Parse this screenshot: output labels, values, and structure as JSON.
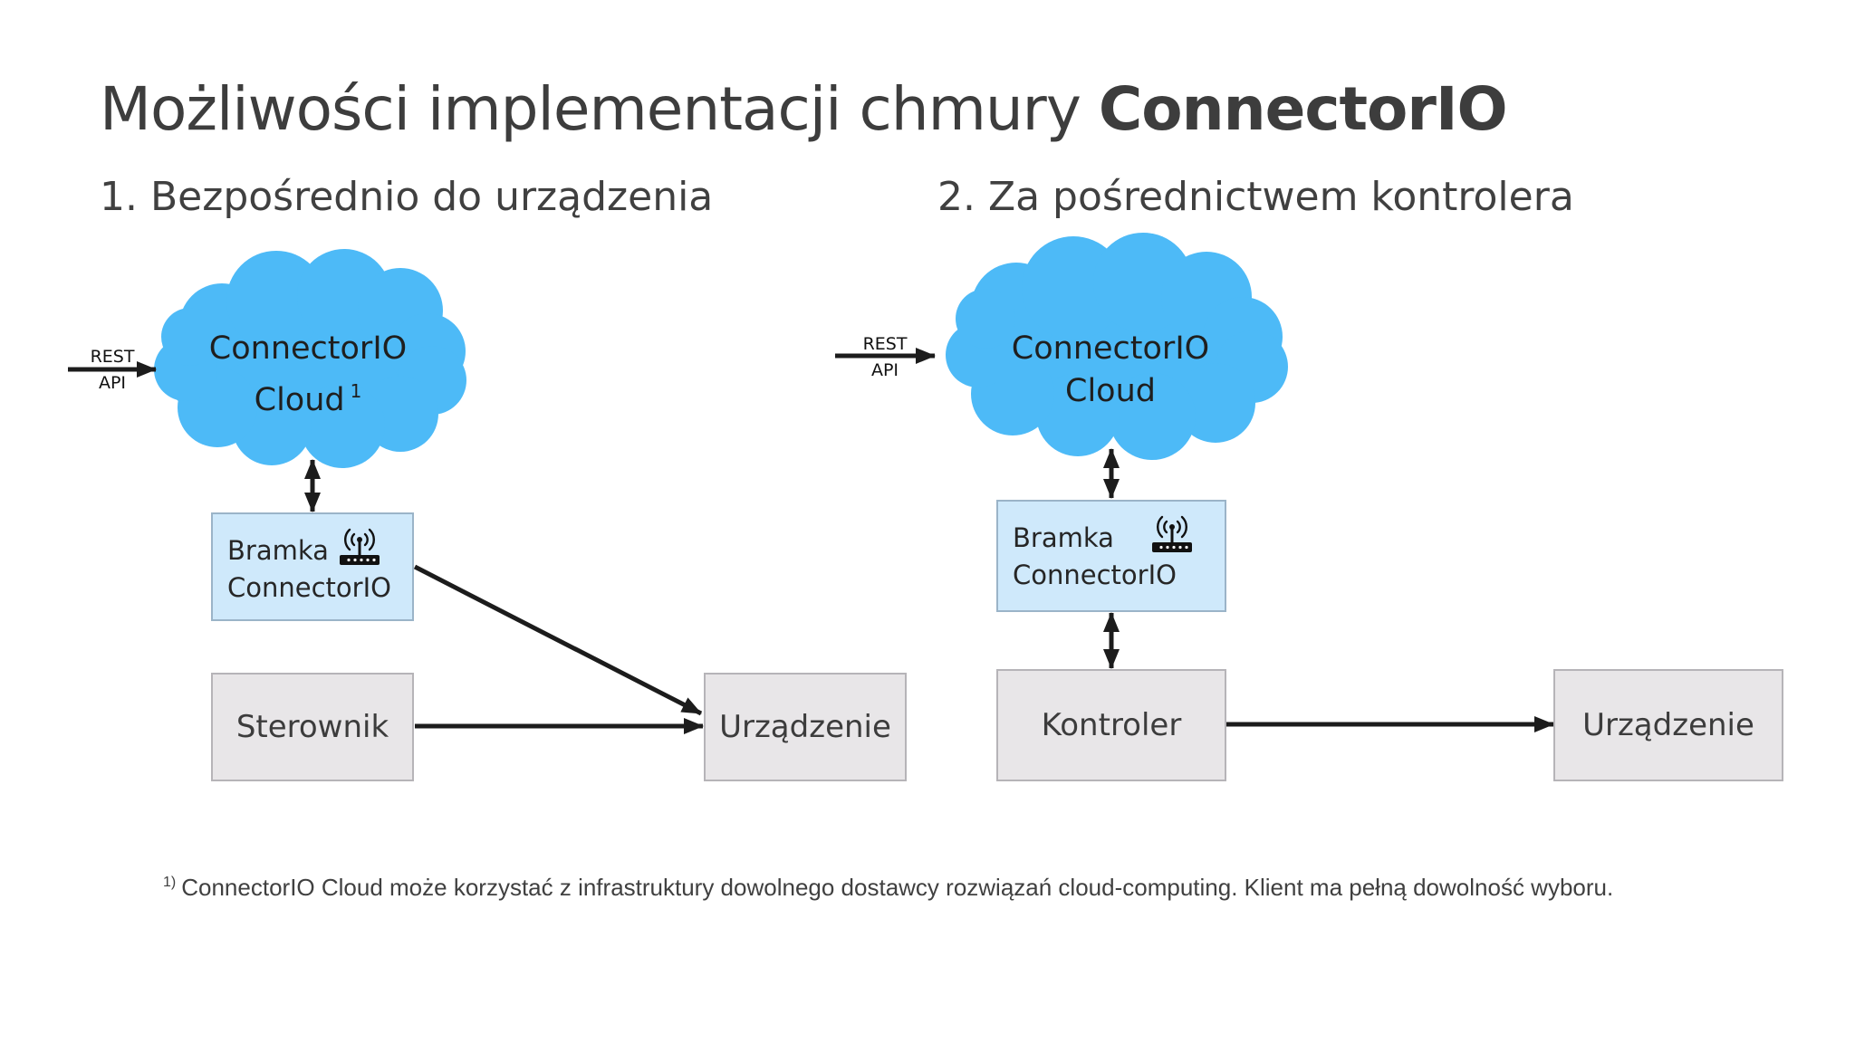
{
  "slide": {
    "title_regular": "Możliwości implementacji chmury ",
    "title_bold": "ConnectorIO"
  },
  "option1": {
    "heading": "1. Bezpośrednio do urządzenia",
    "cloud_line1": "ConnectorIO",
    "cloud_line2": "Cloud",
    "cloud_footnote_mark": "1",
    "rest_line1": "REST",
    "rest_line2": "API",
    "gateway_line1": "Bramka",
    "gateway_line2": "ConnectorIO",
    "controller": "Sterownik",
    "device": "Urządzenie"
  },
  "option2": {
    "heading": "2. Za pośrednictwem kontrolera",
    "cloud_line1": "ConnectorIO",
    "cloud_line2": "Cloud",
    "rest_line1": "REST",
    "rest_line2": "API",
    "gateway_line1": "Bramka",
    "gateway_line2": "ConnectorIO",
    "controller": "Kontroler",
    "device": "Urządzenie"
  },
  "footnote": {
    "mark": "1)",
    "text": "ConnectorIO Cloud może korzystać z infrastruktury dowolnego dostawcy rozwiązań cloud-computing. Klient ma pełną dowolność wyboru."
  },
  "colors": {
    "cloud": "#4dbaf7",
    "gateway_fill": "#cfe9fb",
    "box_fill": "#e8e6e8",
    "arrow": "#1c1c1c"
  },
  "icons": [
    "cloud-shape",
    "wifi-router-icon",
    "double-arrow",
    "arrow"
  ]
}
